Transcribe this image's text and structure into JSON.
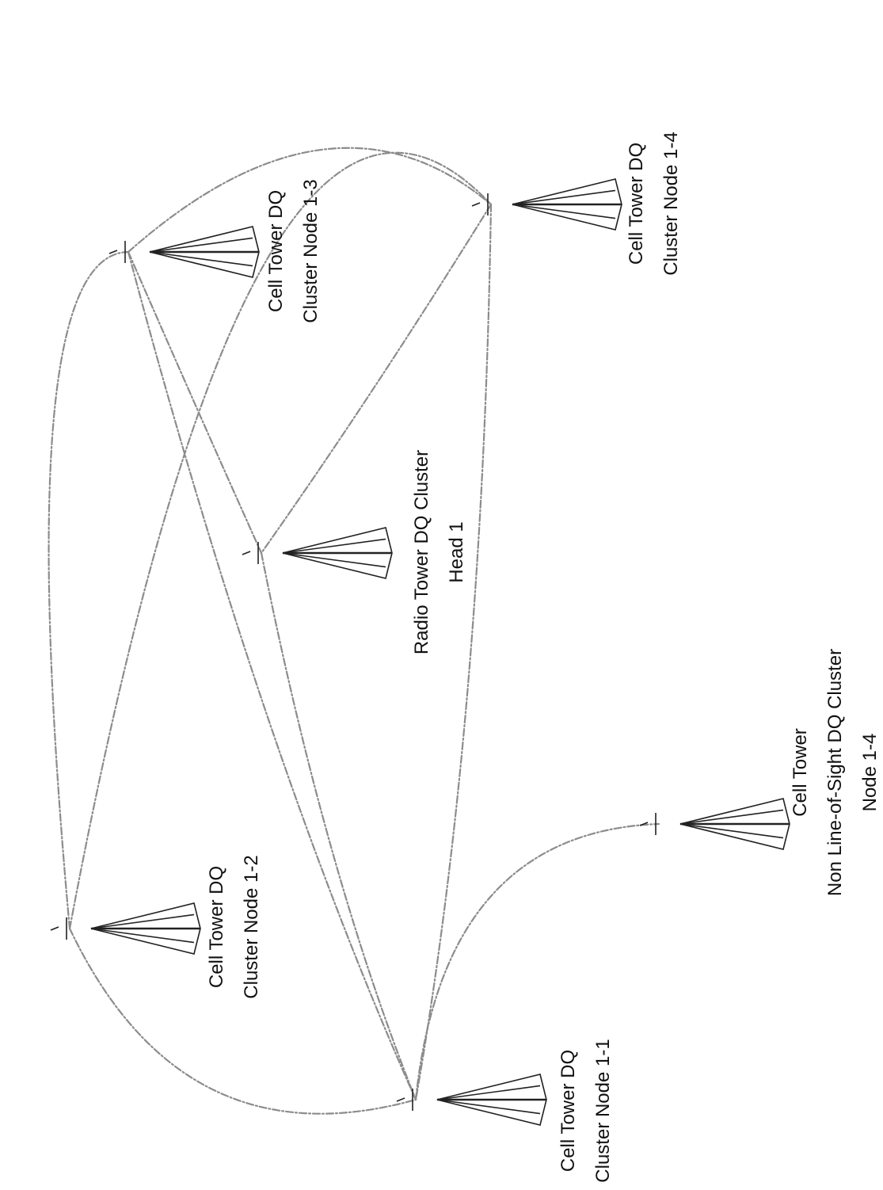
{
  "nodes": [
    {
      "id": "n13",
      "lines": [
        "Cell Tower DQ",
        "Cluster Node 1-3"
      ]
    },
    {
      "id": "n14",
      "lines": [
        "Cell Tower DQ",
        "Cluster Node 1-4"
      ]
    },
    {
      "id": "head",
      "lines": [
        "Radio Tower DQ Cluster",
        "Head 1"
      ]
    },
    {
      "id": "n12",
      "lines": [
        "Cell Tower DQ",
        "Cluster Node 1-2"
      ]
    },
    {
      "id": "n11",
      "lines": [
        "Cell Tower DQ",
        "Cluster Node 1-1"
      ]
    },
    {
      "id": "nlos",
      "lines": [
        "Cell Tower",
        "Non Line-of-Sight DQ Cluster",
        "Node 1-4"
      ]
    }
  ],
  "links": [
    [
      "n12",
      "n13"
    ],
    [
      "n12",
      "n11"
    ],
    [
      "n13",
      "n14"
    ],
    [
      "n13",
      "head"
    ],
    [
      "n13",
      "n11"
    ],
    [
      "n14",
      "head"
    ],
    [
      "n14",
      "n11"
    ],
    [
      "head",
      "n11"
    ],
    [
      "n11",
      "nlos"
    ],
    [
      "n12",
      "n14"
    ]
  ]
}
